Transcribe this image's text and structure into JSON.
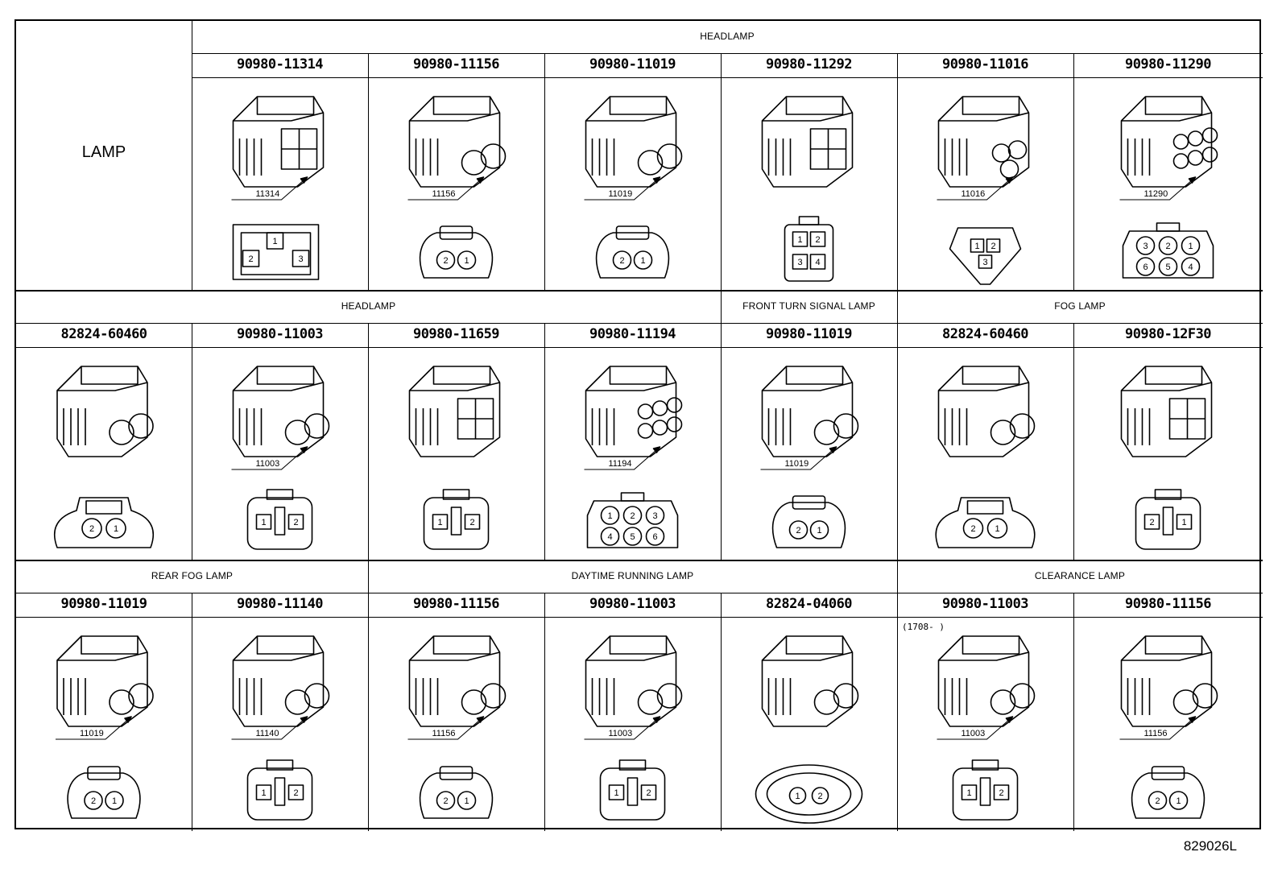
{
  "corner_label": "LAMP",
  "figure_id": "829026L",
  "note": "(1708-      )",
  "rows": [
    {
      "sections": [
        {
          "label": "HEADLAMP",
          "span": 6
        }
      ],
      "cells": [
        {
          "part": "90980-11314",
          "tag": "11314",
          "front": [
            "1",
            "2",
            "3"
          ],
          "shape": "square"
        },
        {
          "part": "90980-11156",
          "tag": "11156",
          "front": [
            "2",
            "1"
          ],
          "shape": "twin"
        },
        {
          "part": "90980-11019",
          "tag": "11019",
          "front": [
            "2",
            "1"
          ],
          "shape": "twin-small"
        },
        {
          "part": "90980-11292",
          "tag": "",
          "front": [
            "1",
            "2",
            "3",
            "4"
          ],
          "shape": "quad"
        },
        {
          "part": "90980-11016",
          "tag": "11016",
          "front": [
            "1",
            "2",
            "3"
          ],
          "shape": "tri"
        },
        {
          "part": "90980-11290",
          "tag": "11290",
          "front": [
            "3",
            "2",
            "1",
            "6",
            "5",
            "4"
          ],
          "shape": "hex"
        }
      ]
    },
    {
      "sections": [
        {
          "label": "HEADLAMP",
          "span": 4
        },
        {
          "label": "FRONT TURN SIGNAL LAMP",
          "span": 1
        },
        {
          "label": "FOG LAMP",
          "span": 2
        }
      ],
      "cells": [
        {
          "part": "82824-60460",
          "tag": "",
          "front": [
            "2",
            "1"
          ],
          "shape": "wide"
        },
        {
          "part": "90980-11003",
          "tag": "11003",
          "front": [
            "1",
            "2"
          ],
          "shape": "box"
        },
        {
          "part": "90980-11659",
          "tag": "",
          "front": [
            "1",
            "2"
          ],
          "shape": "clip"
        },
        {
          "part": "90980-11194",
          "tag": "11194",
          "front": [
            "1",
            "2",
            "3",
            "4",
            "5",
            "6"
          ],
          "shape": "grid6"
        },
        {
          "part": "90980-11019",
          "tag": "11019",
          "front": [
            "2",
            "1"
          ],
          "shape": "twin-small"
        },
        {
          "part": "82824-60460",
          "tag": "",
          "front": [
            "2",
            "1"
          ],
          "shape": "wide"
        },
        {
          "part": "90980-12F30",
          "tag": "",
          "front": [
            "2",
            "1"
          ],
          "shape": "narrow"
        }
      ]
    },
    {
      "sections": [
        {
          "label": "REAR FOG LAMP",
          "span": 2
        },
        {
          "label": "DAYTIME RUNNING LAMP",
          "span": 3
        },
        {
          "label": "CLEARANCE LAMP",
          "span": 2
        }
      ],
      "cells": [
        {
          "part": "90980-11019",
          "tag": "11019",
          "front": [
            "2",
            "1"
          ],
          "shape": "twin-small"
        },
        {
          "part": "90980-11140",
          "tag": "11140",
          "front": [
            "1",
            "2"
          ],
          "shape": "round"
        },
        {
          "part": "90980-11156",
          "tag": "11156",
          "front": [
            "2",
            "1"
          ],
          "shape": "twin"
        },
        {
          "part": "90980-11003",
          "tag": "11003",
          "front": [
            "1",
            "2"
          ],
          "shape": "box"
        },
        {
          "part": "82824-04060",
          "tag": "",
          "front": [
            "1",
            "2"
          ],
          "shape": "oval"
        },
        {
          "part": "90980-11003",
          "tag": "11003",
          "front": [
            "1",
            "2"
          ],
          "shape": "box"
        },
        {
          "part": "90980-11156",
          "tag": "11156",
          "front": [
            "2",
            "1"
          ],
          "shape": "twin"
        }
      ]
    }
  ]
}
